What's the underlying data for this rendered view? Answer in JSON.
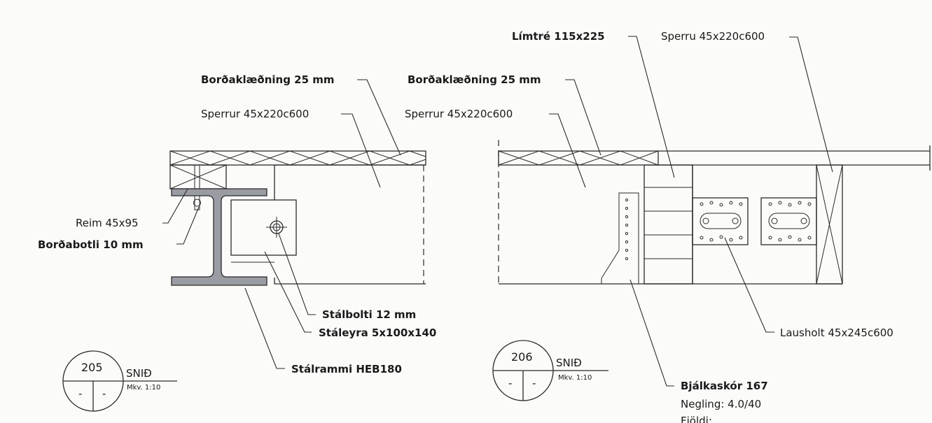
{
  "section_left": {
    "number": "205",
    "title": "SNIÐ",
    "scale": "Mkv. 1:10",
    "cell_left": "-",
    "cell_right": "-",
    "labels": {
      "cladding": "Borðaklæðning 25 mm",
      "rafters": "Sperrur 45x220c600",
      "strip": "Reim 45x95",
      "board_bolt": "Borðabotli 10 mm",
      "steel_bolt": "Stálbolti 12 mm",
      "steel_plate": "Stáleyra 5x100x140",
      "steel_frame": "Stálrammi HEB180"
    }
  },
  "section_right": {
    "number": "206",
    "title": "SNIÐ",
    "scale": "Mkv. 1:10",
    "cell_left": "-",
    "cell_right": "-",
    "labels": {
      "glulam": "Límtré 115x225",
      "rafter": "Sperru 45x220c600",
      "cladding": "Borðaklæðning 25 mm",
      "rafters": "Sperrur 45x220c600",
      "loose_beam": "Lausholt 45x245c600",
      "hanger": "Bjálkaskór 167",
      "nailing": "Negling: 4.0/40",
      "count": "Fjöldi:"
    }
  }
}
